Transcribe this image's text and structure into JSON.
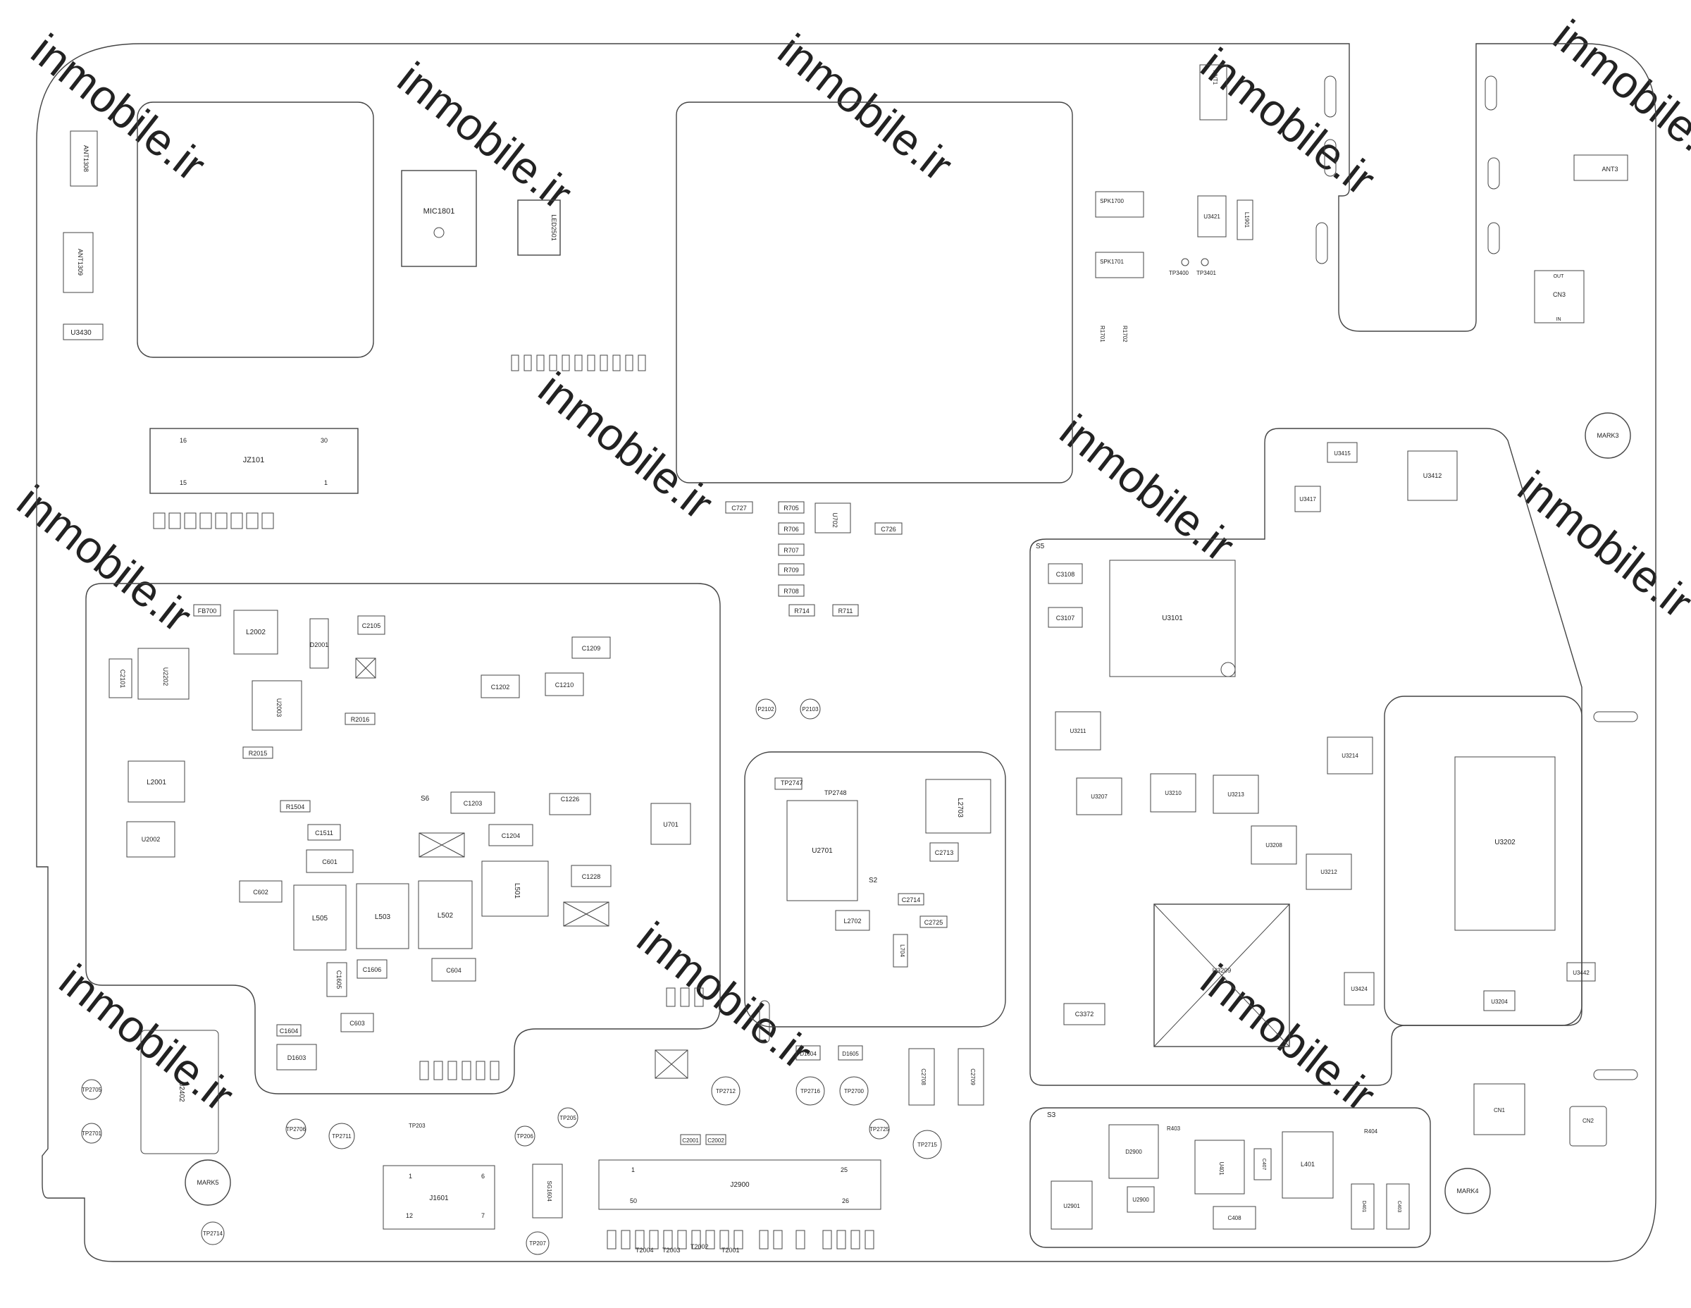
{
  "watermark": "inmobile.ir",
  "colors": {
    "line": "#444444",
    "text": "#222222",
    "background": "#ffffff",
    "watermark": "#eeeeee"
  },
  "sections": {
    "s3": "S3",
    "s5": "S5",
    "s6": "S6",
    "s2": "S2"
  },
  "pcb_components": {
    "mic": "MIC1801",
    "led": "LED2501",
    "jz101": "JZ101",
    "jz101_pins": [
      "16",
      "30",
      "15",
      "1"
    ],
    "j2402": "J2402",
    "j1601": "J1601",
    "j1601_pins": [
      "1",
      "6",
      "12",
      "7"
    ],
    "j2900": "J2900",
    "j2900_pins": [
      "1",
      "25",
      "50",
      "26"
    ],
    "u3101": "U3101",
    "u3202": "U3202",
    "u2701": "U2701",
    "u3209": "U3209",
    "u3412": "U3412",
    "cn1": "CN1",
    "cn2": "CN2",
    "cn3": "CN3",
    "cn3_out": "OUT",
    "cn3_in": "IN",
    "spk1700": "SPK1700",
    "spk1701": "SPK1701",
    "ant1": "ANT1",
    "ant3": "ANT3",
    "ant1308": "ANT1308",
    "ant1309": "ANT1309",
    "mark3": "MARK3",
    "mark4": "MARK4",
    "mark5": "MARK5",
    "u3430": "U3430",
    "l2002": "L2002",
    "l2001": "L2001",
    "d2001": "D2001",
    "u2002": "U2002",
    "u2003": "U2003",
    "c2101": "C2101",
    "u2202": "U2202",
    "l505": "L505",
    "l503": "L503",
    "l502": "L502",
    "l501": "L501",
    "c1202": "C1202",
    "c1210": "C1210",
    "c1209": "C1209",
    "u701": "U701",
    "c604": "C604",
    "c603": "C603",
    "d1603": "D1603",
    "l2703": "L2703",
    "u3211": "U3211",
    "u3207": "U3207",
    "u3210": "U3210",
    "u3213": "U3213",
    "u3208": "U3208",
    "u3212": "U3212",
    "u3214": "U3214",
    "u3424": "U3424",
    "u3415": "U3415",
    "u3417": "U3417",
    "c3108": "C3108",
    "c3107": "C3107",
    "c3372": "C3372",
    "d2900": "D2900",
    "l401": "L401",
    "u401": "U401",
    "u2901": "U2901",
    "u2900": "U2900",
    "c408": "C408",
    "u3204": "U3204",
    "u3442": "U3442",
    "u3421": "U3421",
    "l1901": "L1901",
    "r705": "R705",
    "r706": "R706",
    "r707": "R707",
    "r709": "R709",
    "r708": "R708",
    "u702": "U702",
    "c727": "C727",
    "c726": "C726",
    "r714": "R714",
    "r711": "R711",
    "fb700": "FB700",
    "r1504": "R1504",
    "r2015": "R2015",
    "r2016": "R2016",
    "c602": "C602",
    "c601": "C601",
    "c1511": "C1511",
    "c1203": "C1203",
    "c1204": "C1204",
    "c1226": "C1226",
    "c1228": "C1228",
    "c1606": "C1606",
    "c1604": "C1604",
    "c1605": "C1605",
    "c2105": "C2105",
    "c2714": "C2714",
    "c2713": "C2713",
    "c2725": "C2725",
    "l2702": "L2702",
    "l704": "L704",
    "r1701": "R1701",
    "r1702": "R1702",
    "tp3400": "TP3400",
    "tp3401": "TP3401",
    "d1604": "D1604",
    "d1605": "D1605",
    "sg1604": "SG1604",
    "tp2705": "TP2705",
    "tp2701": "TP2701",
    "tp2706": "TP2706",
    "tp2711": "TP2711",
    "tp203": "TP203",
    "tp206": "TP206",
    "tp205": "TP205",
    "tp2712": "TP2712",
    "tp2716": "TP2716",
    "tp2700": "TP2700",
    "tp2725": "TP2725",
    "tp2715": "TP2715",
    "tp2714": "TP2714",
    "tp207": "TP207",
    "tp2747": "TP2747",
    "tp2748": "TP2748",
    "p2102": "P2102",
    "p2103": "P2103",
    "t2004": "T2004",
    "t2003": "T2003",
    "t2002": "T2002",
    "t2001": "T2001",
    "c2708": "C2708",
    "c2709": "C2709",
    "r404": "R404",
    "r403": "R403",
    "c407": "C407",
    "c403": "C403",
    "d401": "D401",
    "c2001": "C2001",
    "c2002": "C2002"
  }
}
